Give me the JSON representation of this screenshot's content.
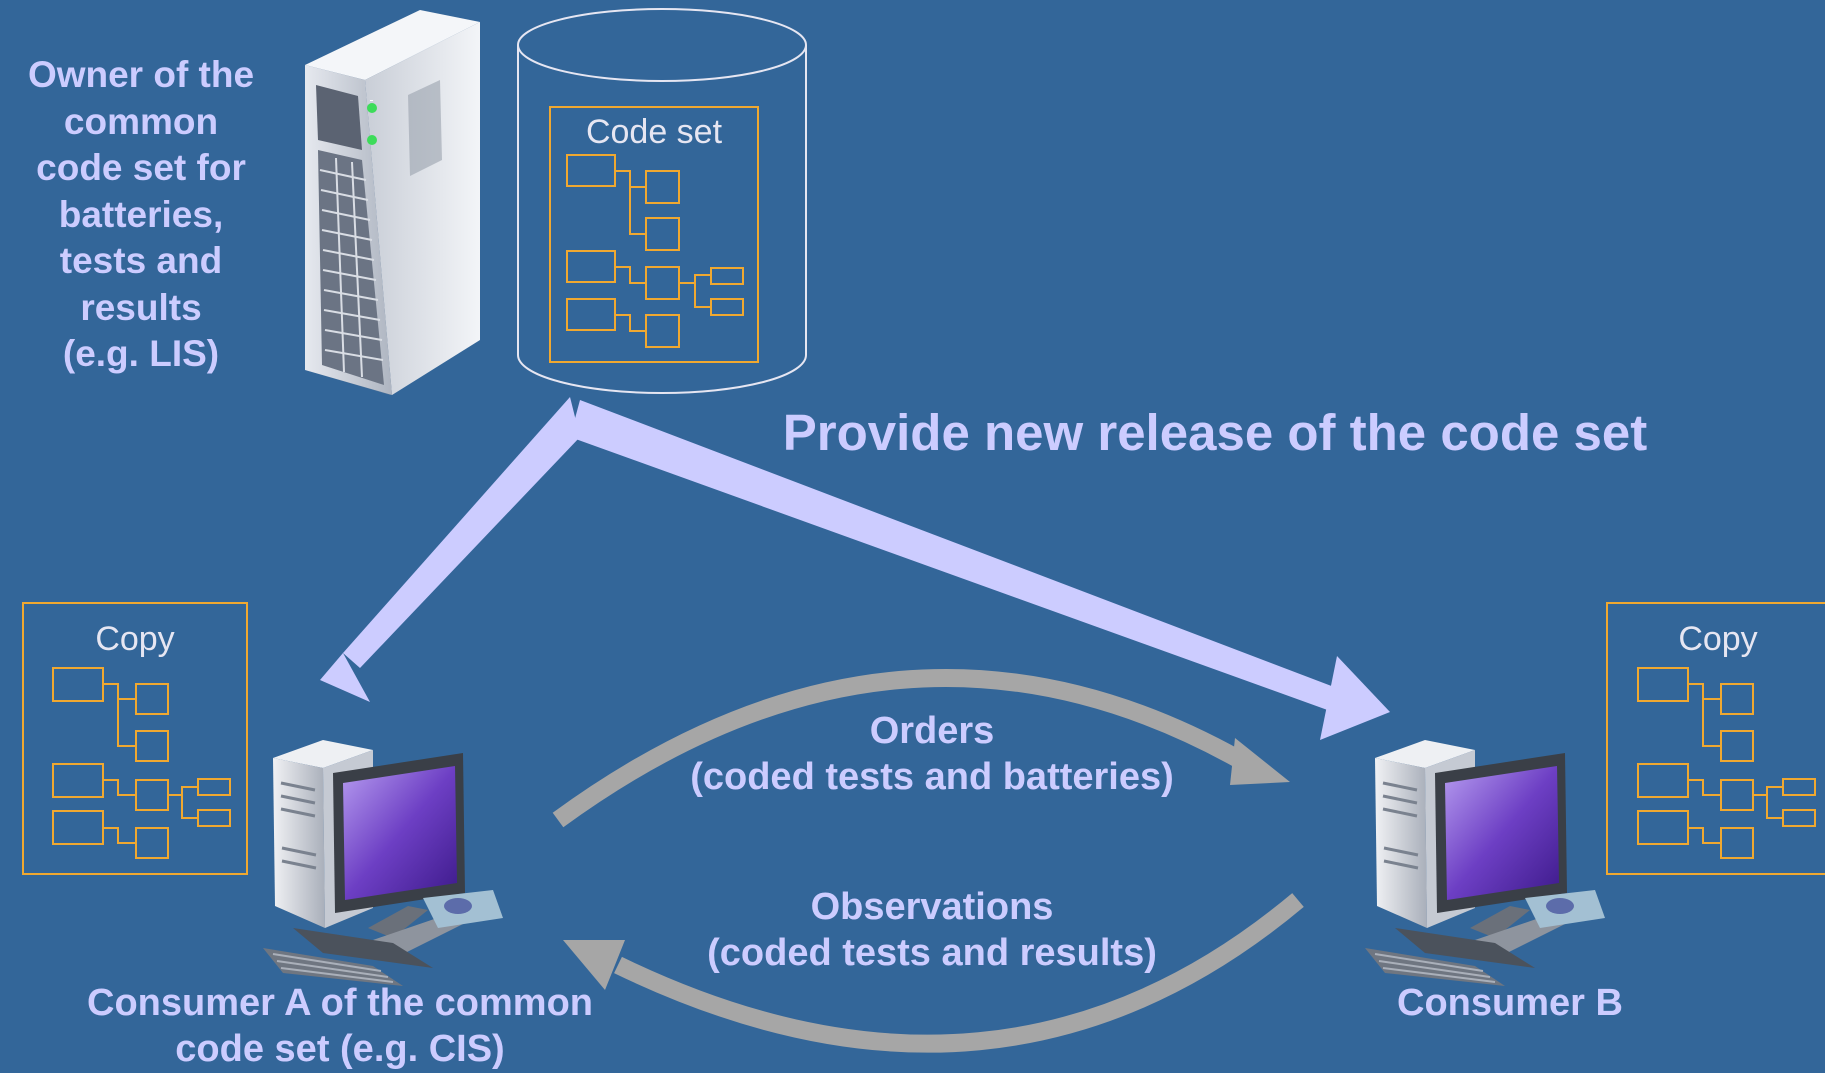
{
  "owner": {
    "lines": [
      "Owner of the",
      "common",
      "code set for",
      "batteries,",
      "tests and",
      "results",
      "(e.g. LIS)"
    ]
  },
  "database": {
    "title": "Code set"
  },
  "release": {
    "label": "Provide new release of the code set"
  },
  "consumer_a": {
    "lines": [
      "Consumer A of the common",
      "code set (e.g. CIS)"
    ],
    "copy_title": "Copy"
  },
  "consumer_b": {
    "label": "Consumer B",
    "copy_title": "Copy"
  },
  "orders": {
    "lines": [
      "Orders",
      "(coded tests and batteries)"
    ]
  },
  "observations": {
    "lines": [
      "Observations",
      "(coded tests and results)"
    ]
  },
  "colors": {
    "background": "#336699",
    "text": "#ccccff",
    "release_arrow": "#ccccff",
    "flow_arrow": "#a6a6a6",
    "tree_stroke": "#f0a830"
  },
  "icons": [
    "server-icon",
    "database-cylinder-icon",
    "desktop-computer-icon"
  ]
}
